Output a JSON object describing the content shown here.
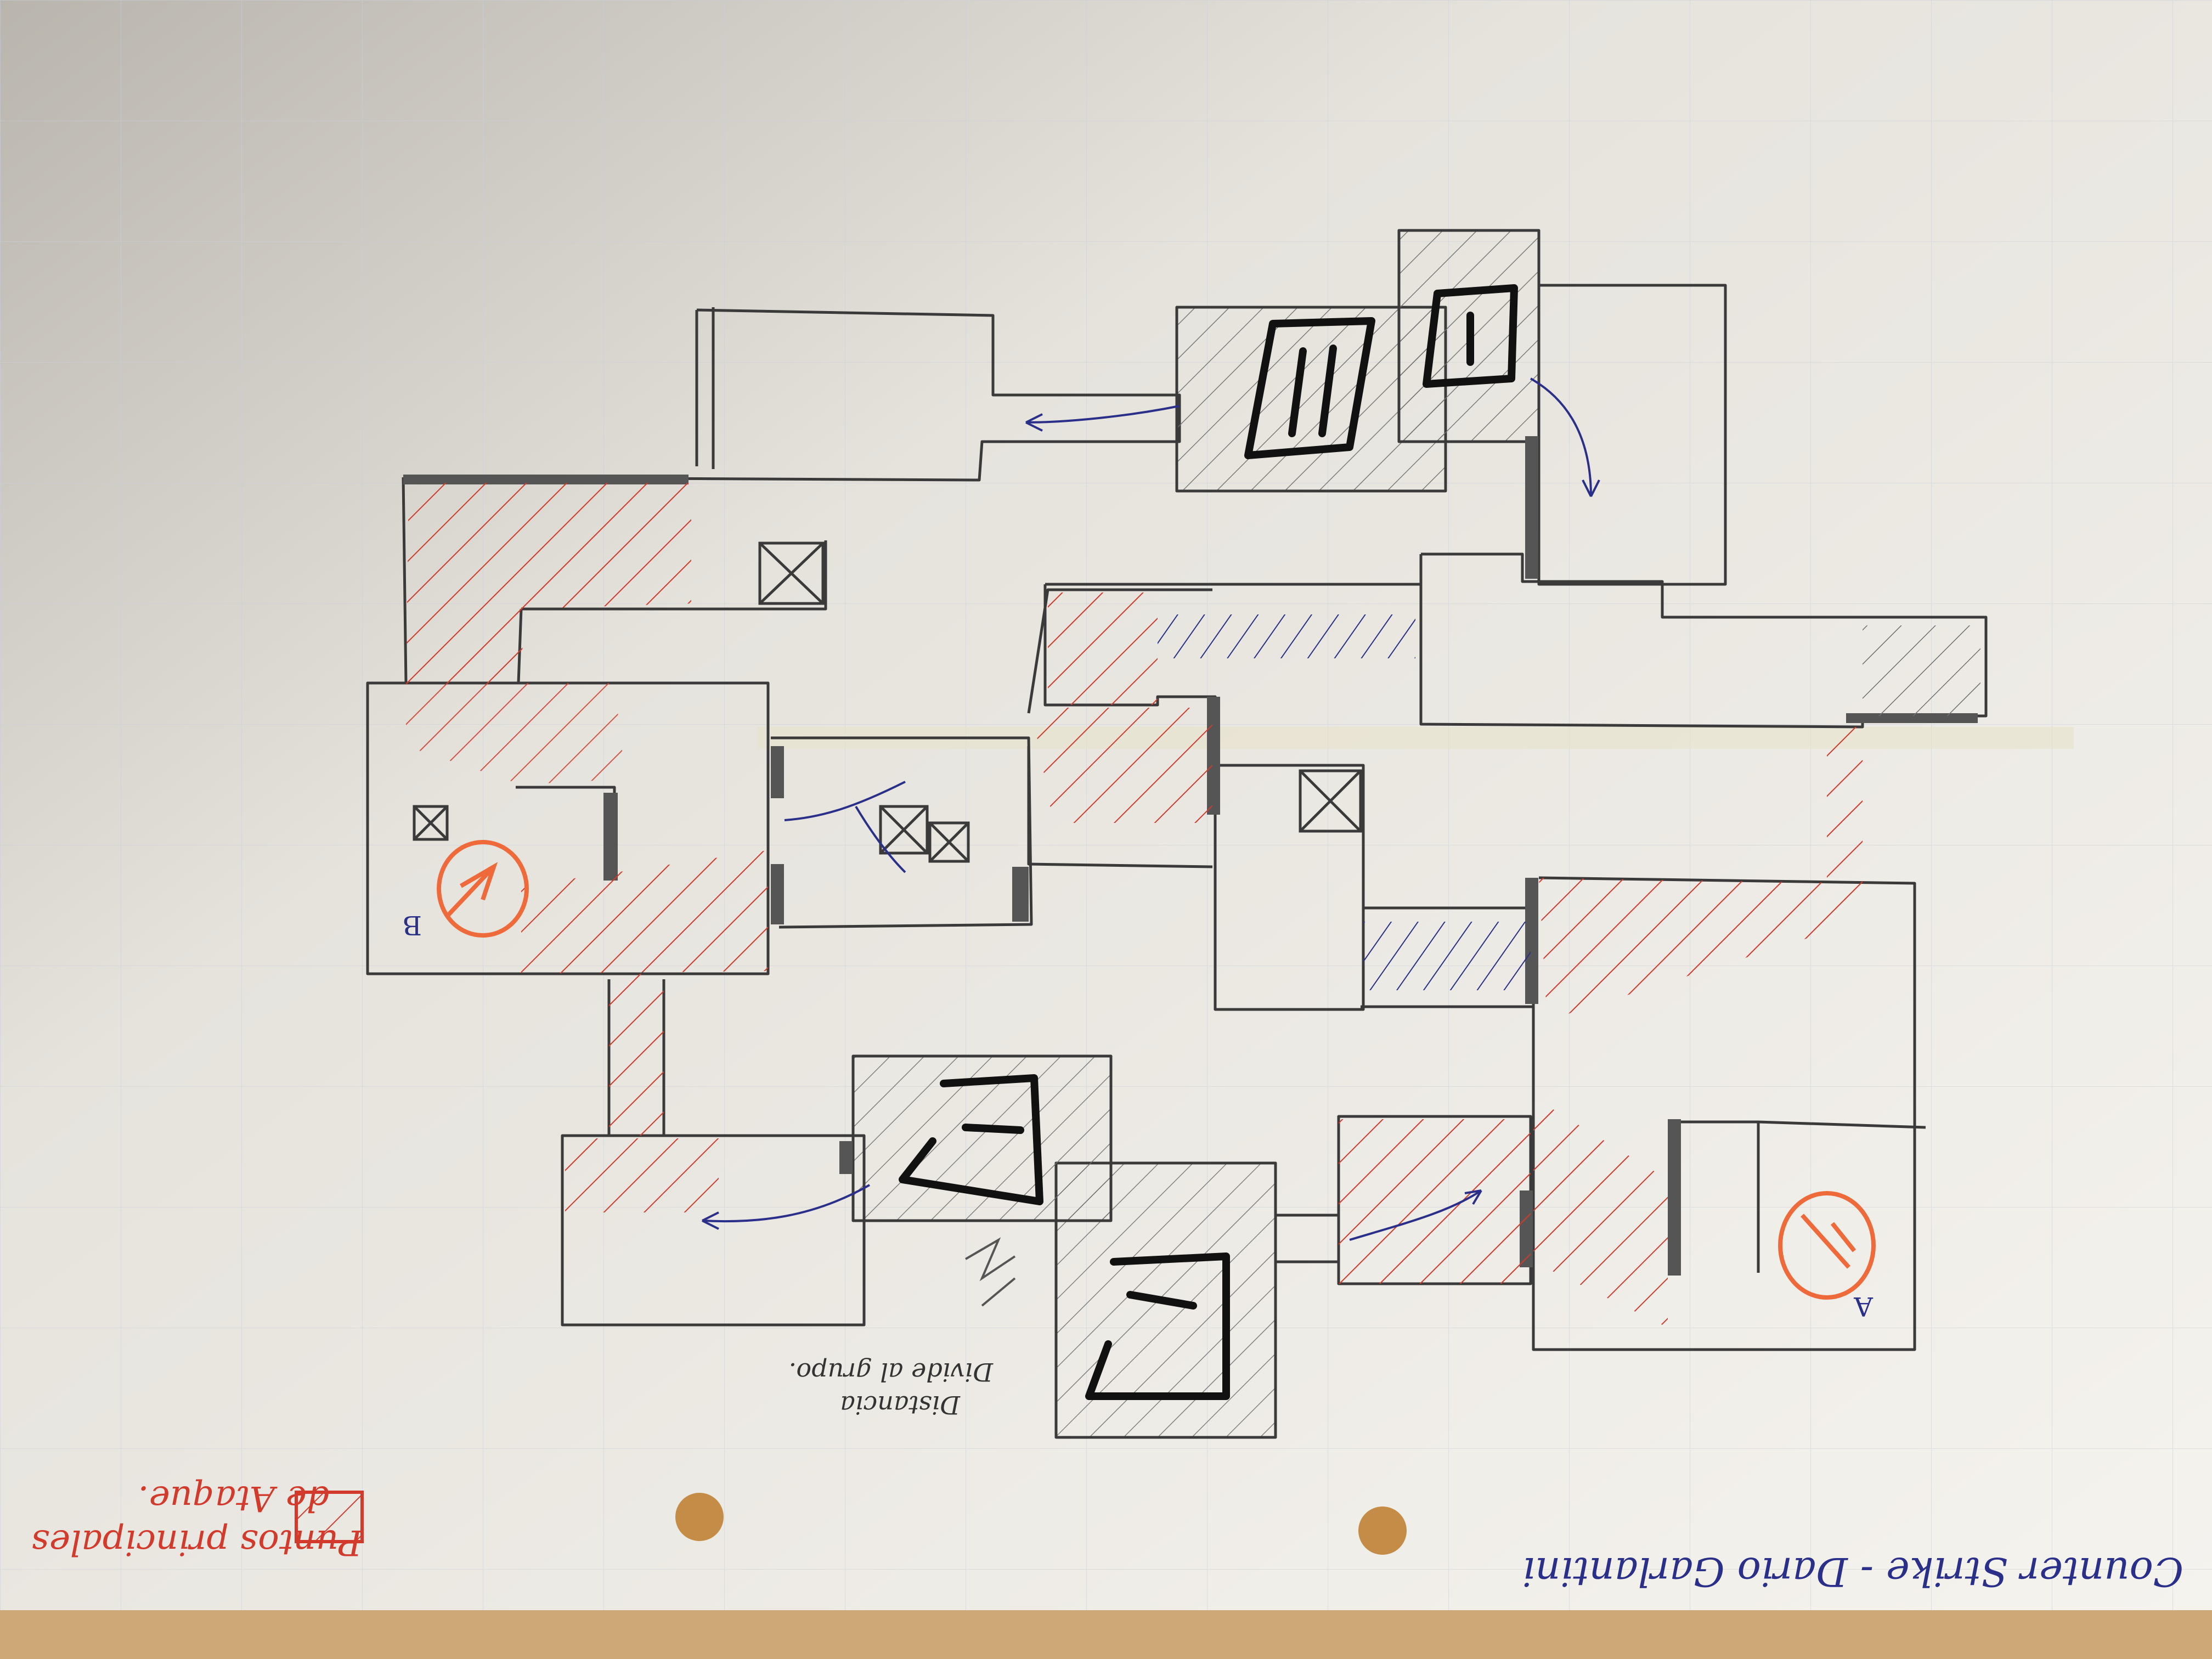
{
  "diagram": {
    "footer_note": "Counter Strike - Dario Garlantini",
    "legend_text_line1": "Puntos principales",
    "legend_text_line2": "de Ataque.",
    "distance_note_line1": "Distancia",
    "distance_note_line2": "Divide al grupo.",
    "site_a_label": "A",
    "site_b_label": "B",
    "spawn_marks": [
      "I",
      "II",
      "E",
      "C"
    ],
    "colors": {
      "paper": "#f3f1ec",
      "pencil": "#3a3a3a",
      "red_hatch": "#d23a2c",
      "blue_ink": "#2a2f8a",
      "orange_circle": "#ee6a3a",
      "wood": "#cfa877"
    }
  }
}
